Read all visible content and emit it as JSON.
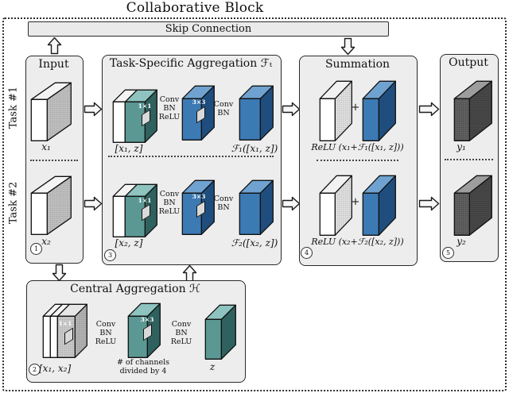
{
  "title": "Collaborative Block",
  "skip": {
    "label": "Skip Connection"
  },
  "badges": {
    "b1": "1",
    "b2": "2",
    "b3": "3",
    "b4": "4",
    "b5": "5"
  },
  "kernels": {
    "k1": "1×1",
    "k3": "3×3"
  },
  "ops": {
    "conv_bn_relu": "Conv\nBN\nReLU",
    "conv_bn": "Conv\nBN"
  },
  "input": {
    "header": "Input",
    "task1": "Task #1",
    "task2": "Task #2",
    "x1": "x₁",
    "x2": "x₂"
  },
  "tsa": {
    "header": "Task-Specific Aggregation ℱₜ",
    "row1": {
      "concat": "[x₁, z]",
      "out": "ℱ₁([x₁, z])"
    },
    "row2": {
      "concat": "[x₂, z]",
      "out": "ℱ₂([x₂, z])"
    }
  },
  "summation": {
    "header": "Summation",
    "plus": "+",
    "row1": {
      "label": "ReLU (x₁+ℱ₁([x₁, z]))"
    },
    "row2": {
      "label": "ReLU (x₂+ℱ₂([x₂, z]))"
    }
  },
  "output": {
    "header": "Output",
    "y1": "y₁",
    "y2": "y₂"
  },
  "central": {
    "header": "Central Aggregation ℋ",
    "concat": "[x₁, x₂]",
    "channels_note": "# of channels\ndivided by 4",
    "z": "z"
  },
  "colors": {
    "teal_front": "#5b9894",
    "teal_top": "#8ec3bf",
    "teal_side": "#2f615e",
    "blue_front": "#3c7ab4",
    "blue_top": "#6fa2d0",
    "blue_side": "#1f4e7e",
    "dark_front": "#606060",
    "box_bg": "#ededed",
    "line": "#2a2a2a"
  }
}
